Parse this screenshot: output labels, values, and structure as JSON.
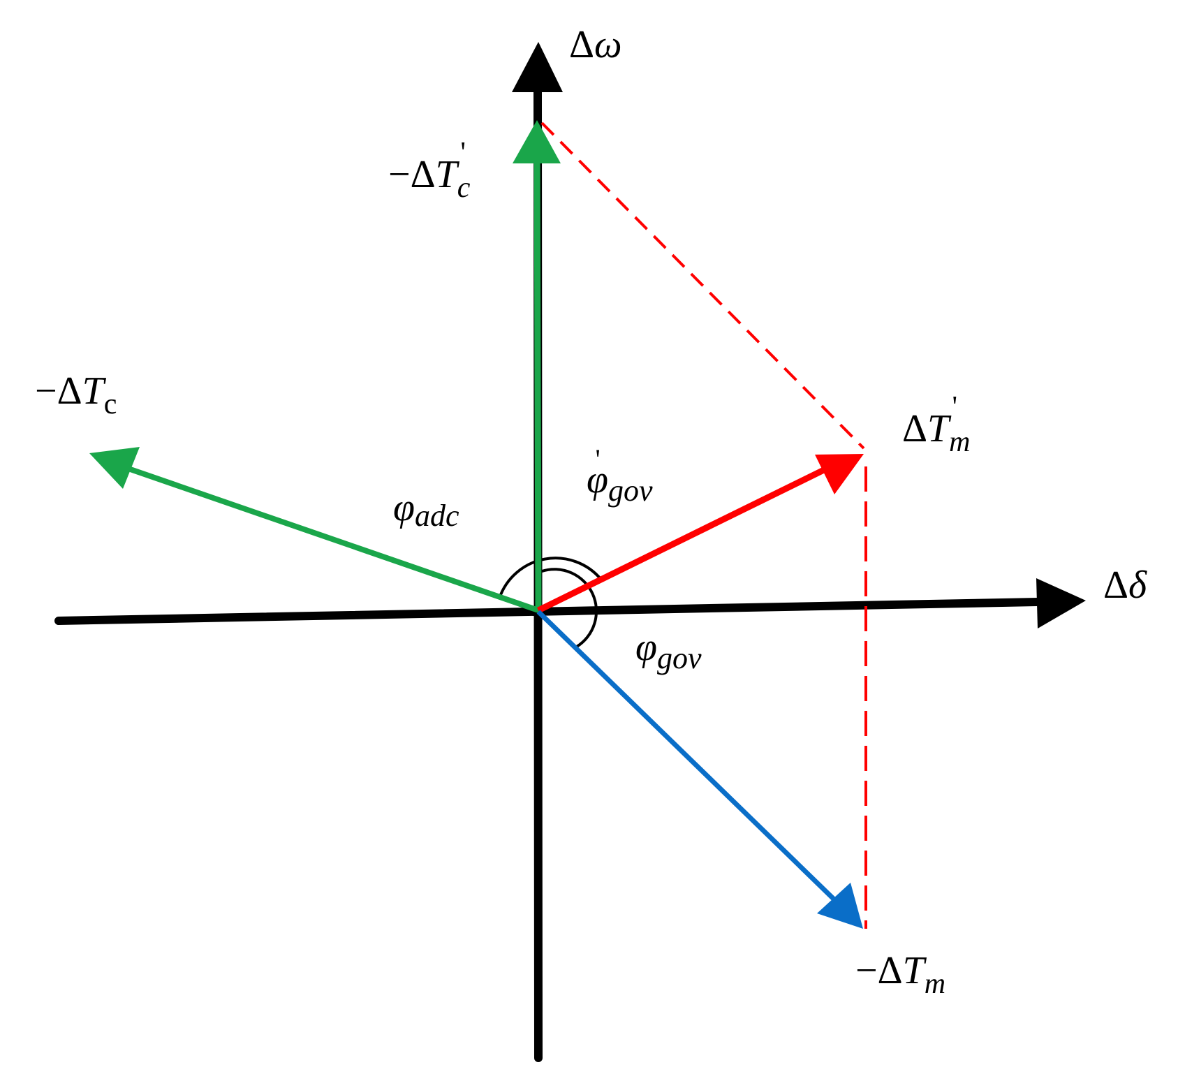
{
  "diagram": {
    "colors": {
      "axis": "#000000",
      "green_vector": "#1aa64a",
      "red_vector": "#ff0000",
      "blue_vector": "#0a6ec8",
      "construction_dashes": "#ff0000",
      "angle_arcs": "#000000"
    },
    "labels": {
      "omega_axis": {
        "delta": "Δ",
        "symbol": "ω"
      },
      "delta_axis": {
        "delta": "Δ",
        "symbol": "δ"
      },
      "tc_prime": {
        "minus_delta": "−Δ",
        "T": "T",
        "sub": "c",
        "prime": "'"
      },
      "tc": {
        "minus_delta": "−Δ",
        "T": "T",
        "sub": "c"
      },
      "tm_prime": {
        "delta": "Δ",
        "T": "T",
        "sub": "m",
        "prime": "'"
      },
      "tm": {
        "minus_delta": "−Δ",
        "T": "T",
        "sub": "m"
      },
      "phi_adc": {
        "phi": "φ",
        "sub": "adc"
      },
      "phi_gov_prime": {
        "phi": "φ",
        "sub": "gov",
        "prime": "'"
      },
      "phi_gov": {
        "phi": "φ",
        "sub": "gov"
      }
    }
  }
}
